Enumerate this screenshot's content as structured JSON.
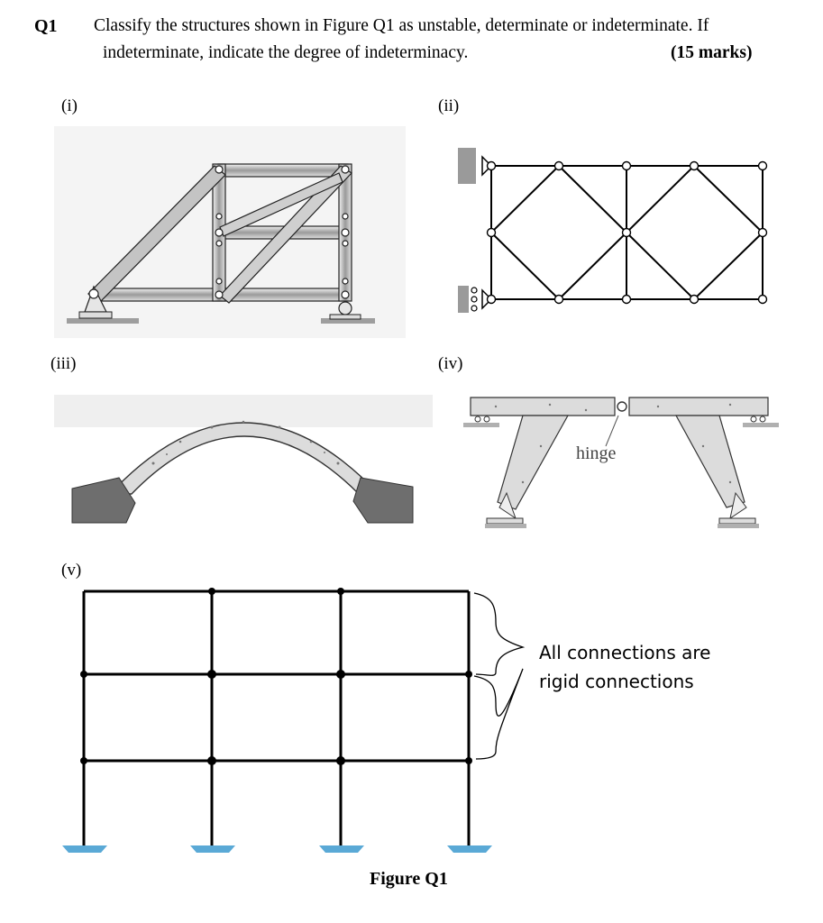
{
  "question": {
    "number": "Q1",
    "text_line1": "Classify the structures shown in Figure Q1 as unstable, determinate or indeterminate. If",
    "text_line2": "indeterminate, indicate the degree of indeterminacy.",
    "marks": "(15 marks)"
  },
  "figures": {
    "i": {
      "label": "(i)"
    },
    "ii": {
      "label": "(ii)"
    },
    "iii": {
      "label": "(iii)"
    },
    "iv": {
      "label": "(iv)",
      "hinge_label": "hinge"
    },
    "v": {
      "label": "(v)",
      "annotation_line1": "All connections are",
      "annotation_line2": "rigid connections"
    }
  },
  "caption": "Figure Q1",
  "colors": {
    "ink": "#000000",
    "support_fill": "#5aa9d6",
    "concrete": "#d9d9d9",
    "ground": "#b0b0b0",
    "member": "#c8c8c8"
  }
}
